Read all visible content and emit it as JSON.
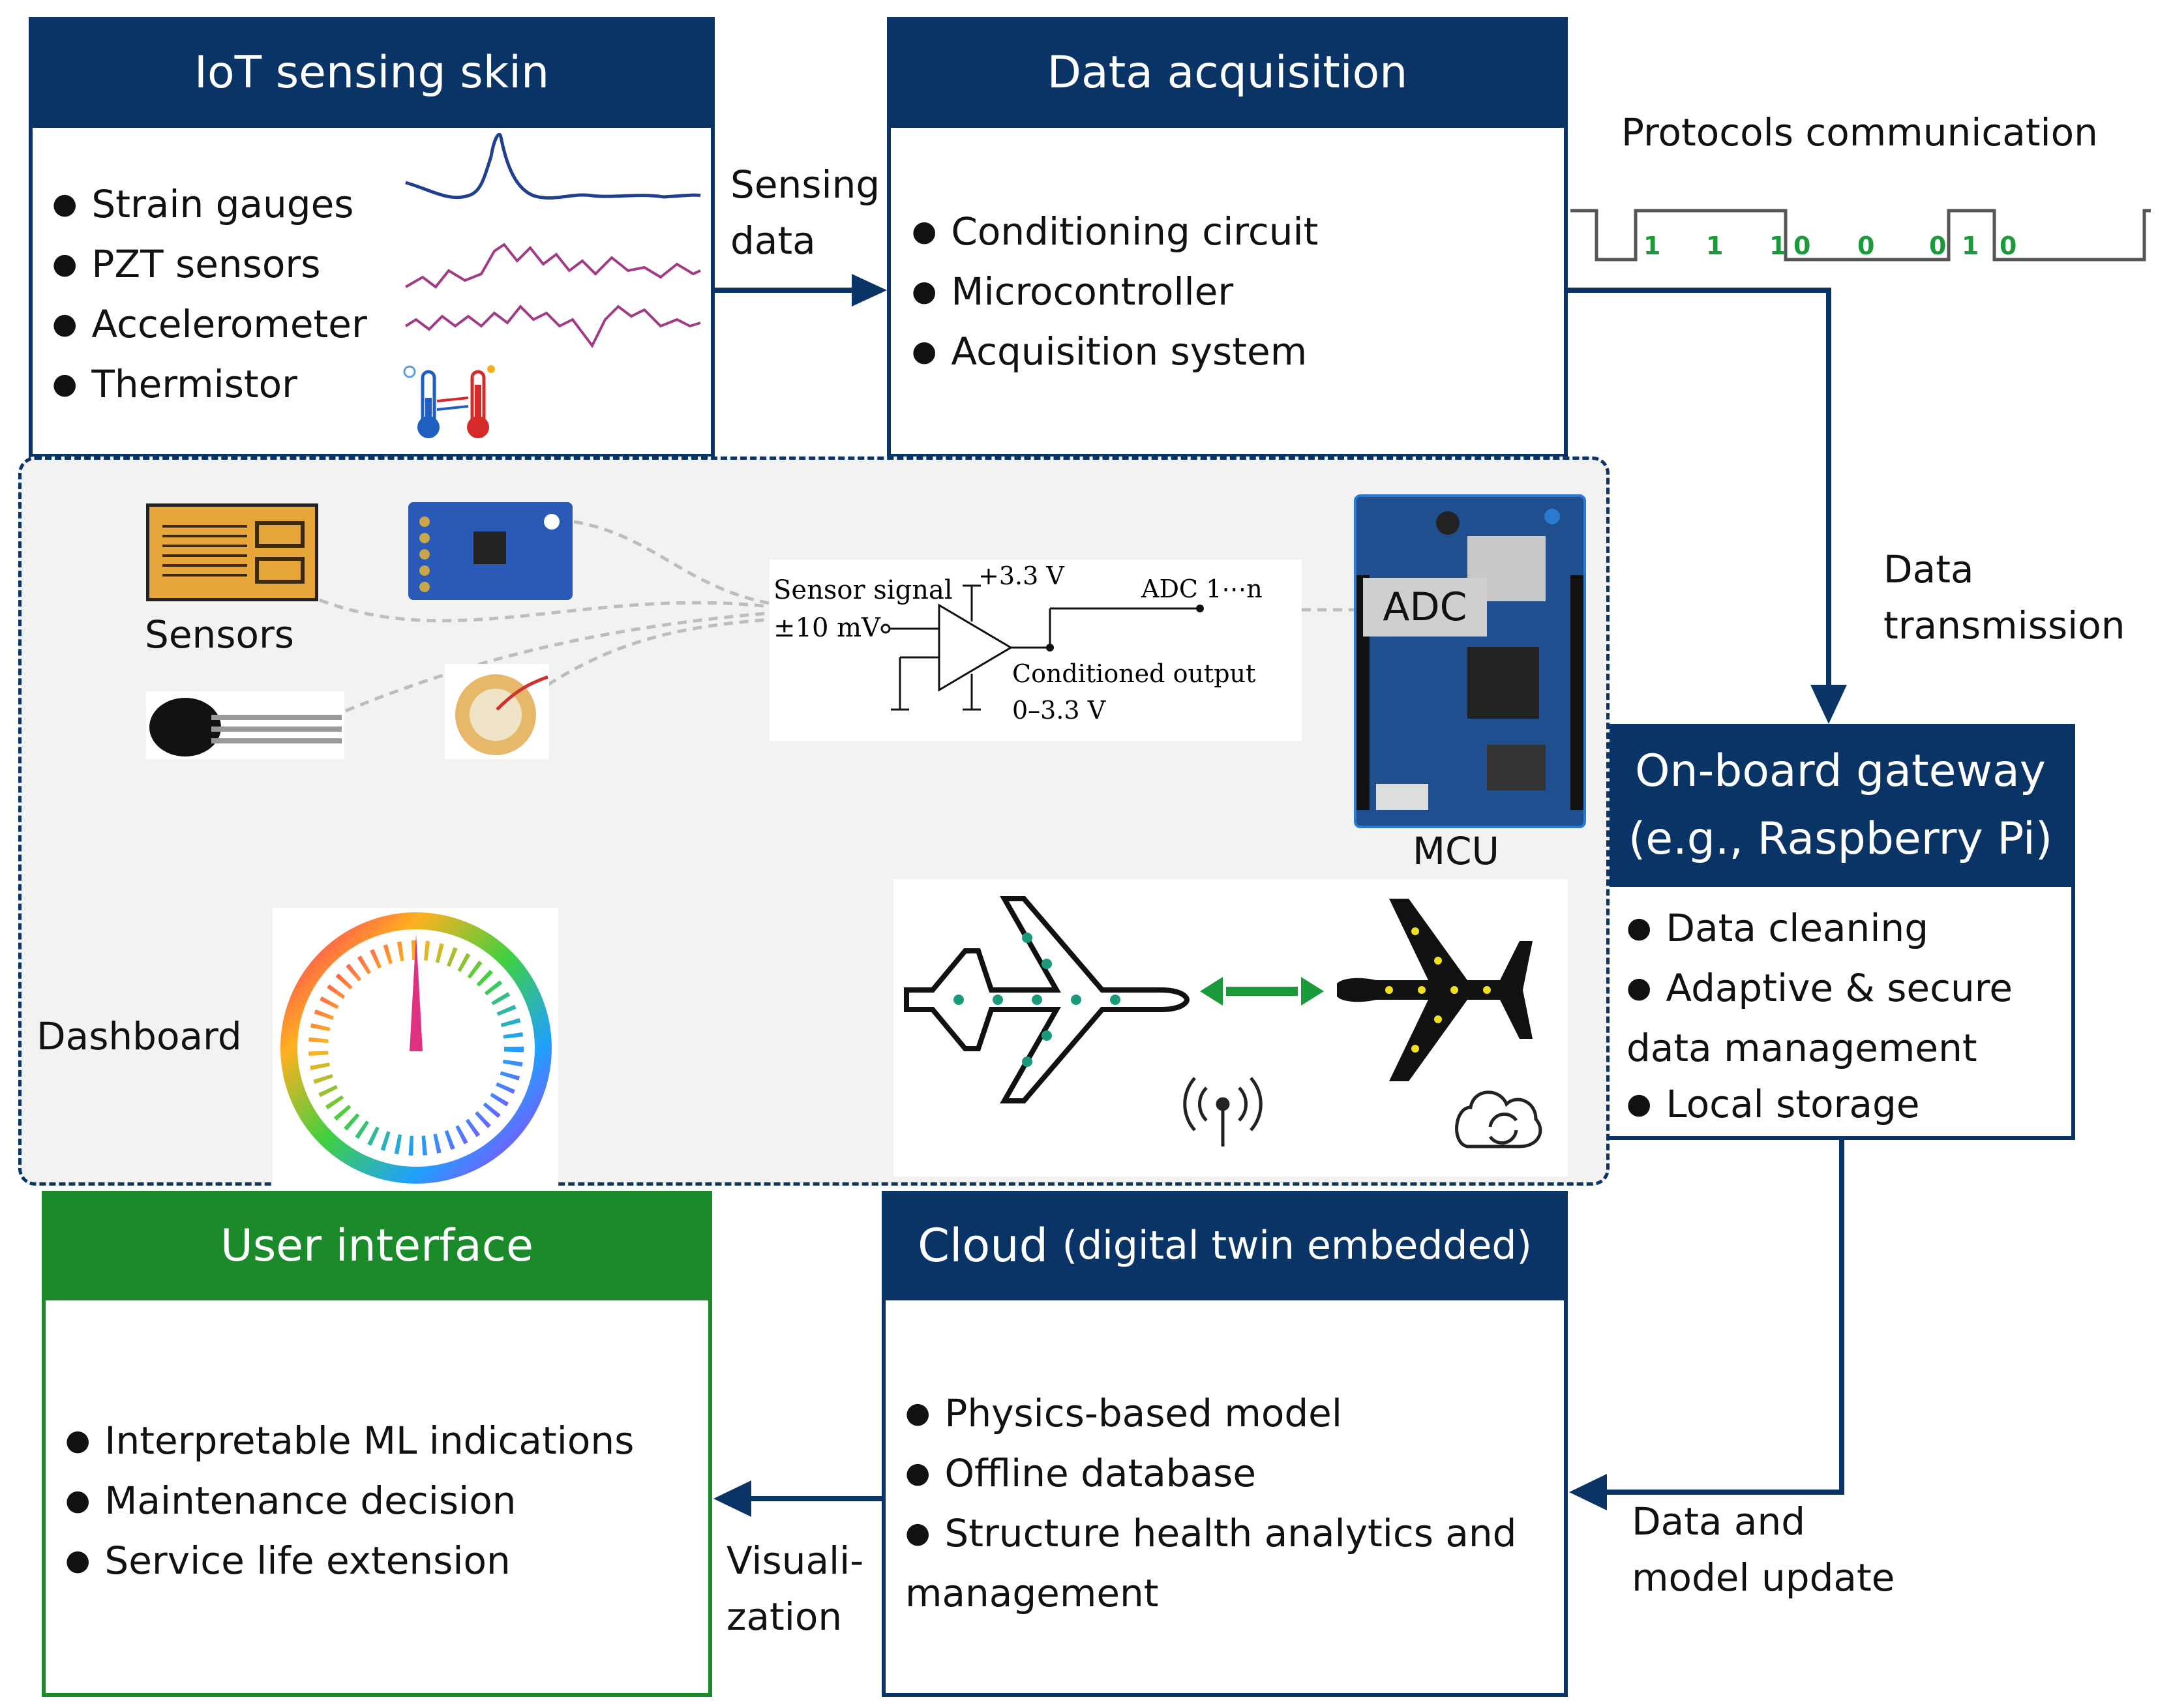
{
  "iot": {
    "title": "IoT sensing skin",
    "items": [
      "Strain gauges",
      "PZT sensors",
      "Accelerometer",
      "Thermistor"
    ]
  },
  "acq": {
    "title": "Data acquisition",
    "items": [
      "Conditioning circuit",
      "Microcontroller",
      "Acquisition system"
    ]
  },
  "protocols": {
    "label": "Protocols communication",
    "bits": [
      "1",
      "1",
      "1",
      "0",
      "0",
      "0",
      "1",
      "0"
    ]
  },
  "sensing_data": [
    "Sensing",
    "data"
  ],
  "data_transmission": [
    "Data",
    "transmission"
  ],
  "gateway": {
    "title_lines": [
      "On-board gateway",
      "(e.g., Raspberry Pi)"
    ],
    "items": [
      "Data cleaning",
      "Adaptive & secure",
      "Local storage"
    ],
    "continuation": "data management"
  },
  "cloud": {
    "title_main": "Cloud",
    "title_sub": "(digital twin embedded)",
    "items": [
      "Physics-based model",
      "Offline database",
      "Structure health analytics and"
    ],
    "continuation": "management"
  },
  "ui": {
    "title": "User interface",
    "items": [
      "Interpretable ML indications",
      "Maintenance decision",
      "Service life extension"
    ]
  },
  "visualization": [
    "Visuali-",
    "zation"
  ],
  "data_model_update": [
    "Data and",
    "model update"
  ],
  "panel": {
    "sensors_label": "Sensors",
    "dashboard_label": "Dashboard",
    "mcu_label": "MCU",
    "adc_label": "ADC",
    "circuit": {
      "sensor_signal": "Sensor signal",
      "mv": "±10 mV",
      "vplus": "+3.3 V",
      "adc": "ADC 1⋯n",
      "cond_output": "Conditioned output",
      "range": "0–3.3 V"
    }
  },
  "colors": {
    "navy": "#0b3466",
    "green": "#1a8a2a",
    "bits": "#1a9a3a"
  }
}
